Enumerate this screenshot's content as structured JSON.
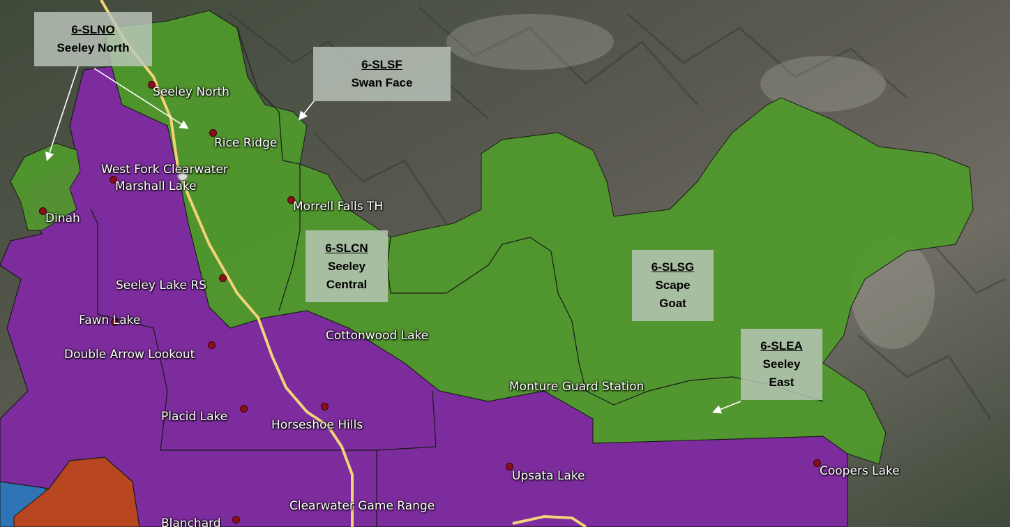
{
  "units": [
    {
      "code": "6-SLNO",
      "name_lines": [
        "Seeley North"
      ]
    },
    {
      "code": "6-SLSF",
      "name_lines": [
        "Swan Face"
      ]
    },
    {
      "code": "6-SLCN",
      "name_lines": [
        "Seeley",
        "Central"
      ]
    },
    {
      "code": "6-SLSG",
      "name_lines": [
        "Scape",
        "Goat"
      ]
    },
    {
      "code": "6-SLEA",
      "name_lines": [
        "Seeley",
        "East"
      ]
    }
  ],
  "places": [
    "Seeley North",
    "Rice Ridge",
    "West Fork Clearwater",
    "Marshall Lake",
    "Dinah",
    "Morrell Falls TH",
    "Seeley Lake RS",
    "Fawn Lake",
    "Double Arrow Lookout",
    "Cottonwood Lake",
    "Monture Guard Station",
    "Placid Lake",
    "Horseshoe Hills",
    "Upsata Lake",
    "Coopers Lake",
    "Clearwater Game Range",
    "Blanchard"
  ],
  "colors": {
    "green_unit": "#4f9a2a",
    "purple_district": "#7c2c9c",
    "red_district": "#b84620",
    "blue_district": "#2f74b5",
    "highway": "#f2d27a",
    "point_marker": "#8a0f1c"
  },
  "icons": {
    "marker": "red-dot-marker-icon",
    "highway_shield": "highway-shield-icon"
  }
}
